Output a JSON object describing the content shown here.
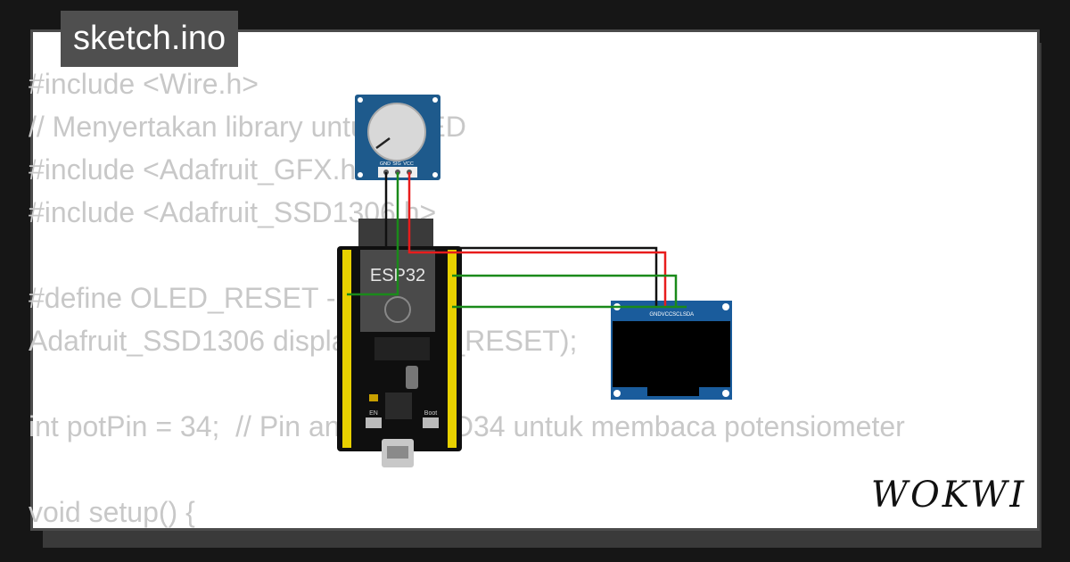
{
  "tab": {
    "filename": "sketch.ino"
  },
  "code_lines": [
    "#include <Wire.h>",
    "// Menyertakan library untuk OLED",
    "#include <Adafruit_GFX.h>",
    "#include <Adafruit_SSD1306.h>",
    "",
    "#define OLED_RESET -1",
    "Adafruit_SSD1306 display(OLED_RESET);",
    "",
    "int potPin = 34;  // Pin analog GPIO34 untuk membaca potensiometer",
    "",
    "void setup() {"
  ],
  "components": {
    "potentiometer": {
      "pins": [
        "GND",
        "SIG",
        "VCC"
      ]
    },
    "esp32": {
      "label": "ESP32",
      "buttons": [
        "EN",
        "Boot"
      ]
    },
    "oled": {
      "pins": [
        "GND",
        "VCC",
        "SCL",
        "SDA"
      ]
    }
  },
  "wires": {
    "red": "#e81c1c",
    "green": "#1a8a1a",
    "black": "#111111"
  },
  "brand": {
    "logo": "WOKWI"
  }
}
